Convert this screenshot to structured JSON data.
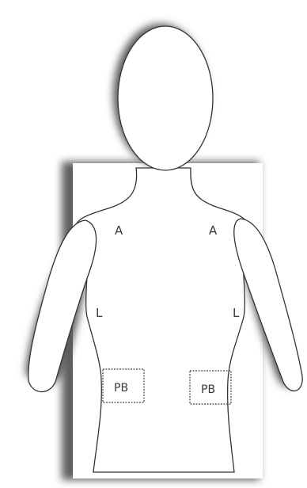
{
  "labels": {
    "left_upper": "A",
    "right_upper": "A",
    "left_lower": "L",
    "right_lower": "L",
    "left_box": "PB",
    "right_box": "PB"
  },
  "colors": {
    "background": "#ffffff",
    "outline": "#333333",
    "shadow": "#5a5a5a",
    "body_fill": "#ffffff",
    "box_stroke": "#444444"
  }
}
